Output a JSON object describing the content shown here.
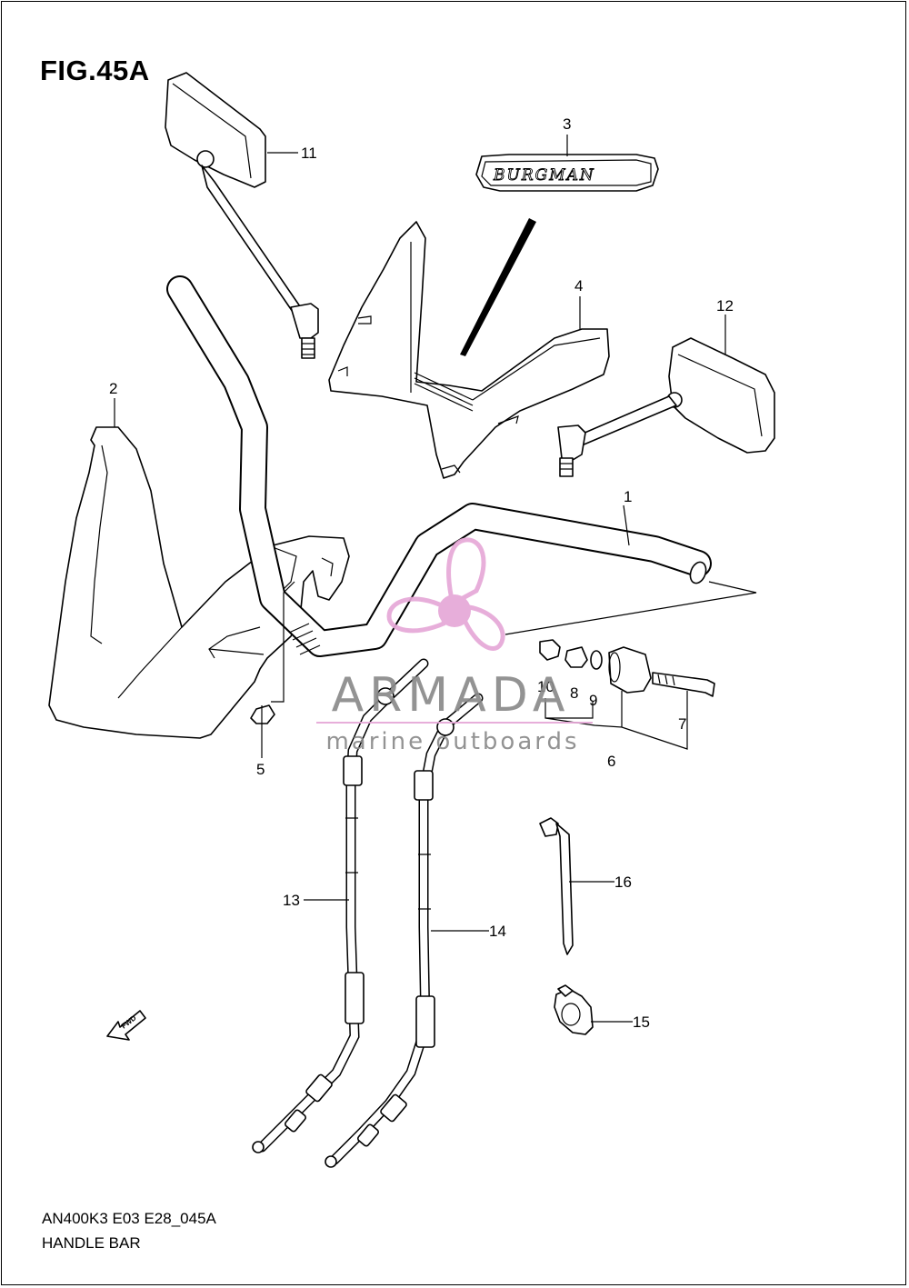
{
  "figure": {
    "title": "FIG.45A",
    "model_code": "AN400K3 E03 E28_045A",
    "section_name": "HANDLE BAR"
  },
  "emblem_text": "BURGMAN",
  "fwd_arrow_text": "FWD",
  "watermark": {
    "brand": "ARMADA",
    "tagline": "marine outboards",
    "color": "#e6a8d7"
  },
  "callouts": [
    "1",
    "2",
    "3",
    "4",
    "5",
    "6",
    "7",
    "8",
    "9",
    "10",
    "11",
    "12",
    "13",
    "14",
    "15",
    "16"
  ]
}
